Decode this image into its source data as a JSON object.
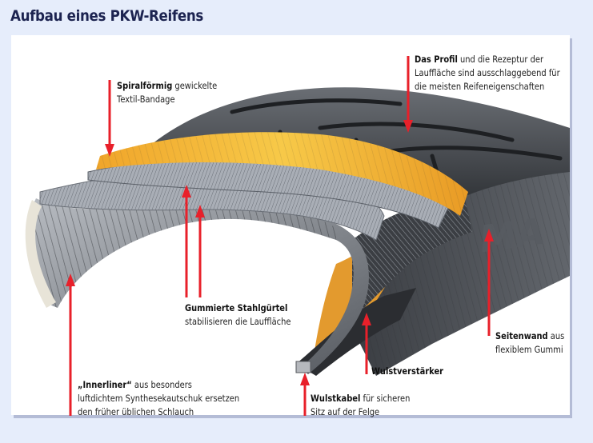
{
  "title": "Aufbau eines PKW-Reifens",
  "colors": {
    "background": "#e6edfb",
    "panel": "#ffffff",
    "title": "#1c2350",
    "pointer": "#e8202a",
    "tread_rubber": "#4a4d52",
    "textile_bandage": "#f2b233",
    "steel_belt": "#9ea3ab",
    "inner_liner": "#8d9198",
    "bead_filler": "#e39a2e"
  },
  "sidewall_branding_partial": "MA",
  "annotations": [
    {
      "id": "spiral",
      "bold": "Spiralförmig",
      "text": " gewickelte",
      "line2": "Textil-Bandage",
      "line3": ""
    },
    {
      "id": "profil",
      "bold": "Das Profil",
      "text": " und die Rezeptur der",
      "line2": "Lauffläche sind ausschlaggebend für",
      "line3": "die meisten Reifeneigenschaften"
    },
    {
      "id": "stahl",
      "bold": "Gummierte Stahlgürtel",
      "text": "",
      "line2": "stabilisieren die Lauffläche",
      "line3": ""
    },
    {
      "id": "seitenwand",
      "bold": "Seitenwand",
      "text": " aus",
      "line2": "flexiblem Gummi",
      "line3": ""
    },
    {
      "id": "wulstverstaerker",
      "bold": "Wulstverstärker",
      "text": "",
      "line2": "",
      "line3": ""
    },
    {
      "id": "wulstkabel",
      "bold": "Wulstkabel",
      "text": " für sicheren",
      "line2": "Sitz auf der Felge",
      "line3": ""
    },
    {
      "id": "innerliner",
      "bold": "„Innerliner“",
      "text": " aus besonders",
      "line2": "luftdichtem Synthesekautschuk ersetzen",
      "line3": "den früher üblichen Schlauch"
    }
  ]
}
